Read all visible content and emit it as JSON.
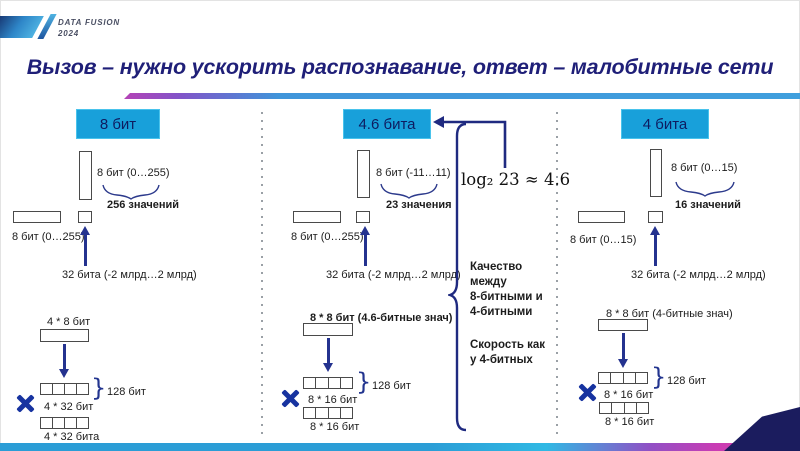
{
  "logo": {
    "brand": "DATA FUSION",
    "year": "2024"
  },
  "title": "Вызов – нужно ускорить распознавание, ответ – малобитные сети",
  "columns": [
    {
      "header": "8 бит",
      "weights_label": "8 бит (0…255)",
      "values_count": "256 значений",
      "activation_label": "8 бит (0…255)",
      "input_label": "32 бита (-2 млрд…2 млрд)",
      "multiply_label": "4 * 8 бит",
      "result_size": "128 бит",
      "crossed_label": "4 * 32 бит",
      "bottom_label": "4 * 32 бита"
    },
    {
      "header": "4.6 бита",
      "weights_label": "8 бит (-11…11)",
      "values_count": "23 значения",
      "activation_label": "8 бит (0…255)",
      "input_label": "32 бита (-2 млрд…2 млрд)",
      "multiply_label": "8 * 8 бит (4.6-битные знач)",
      "result_size": "128 бит",
      "crossed_label": "8 * 16 бит",
      "bottom_label": "8 * 16 бит"
    },
    {
      "header": "4 бита",
      "weights_label": "8 бит (0…15)",
      "values_count": "16 значений",
      "activation_label": "8 бит (0…15)",
      "input_label": "32 бита (-2 млрд…2 млрд)",
      "multiply_label": "8 * 8 бит (4-битные знач)",
      "result_size": "128 бит",
      "crossed_label": "8 * 16 бит",
      "bottom_label": "8 * 16 бит"
    }
  ],
  "middle_notes": {
    "formula": "log₂ 23 ≈ 4.6",
    "quality": "Качество\nмежду\n8-битными и\n4-битными",
    "speed": "Скорость как\nу 4-битных"
  },
  "colors": {
    "accent_blue": "#18a0da",
    "arrow_navy": "#24328f",
    "title_navy": "#1f1f78",
    "corner_navy": "#1b1c5e",
    "magenta": "#c93cb4"
  }
}
